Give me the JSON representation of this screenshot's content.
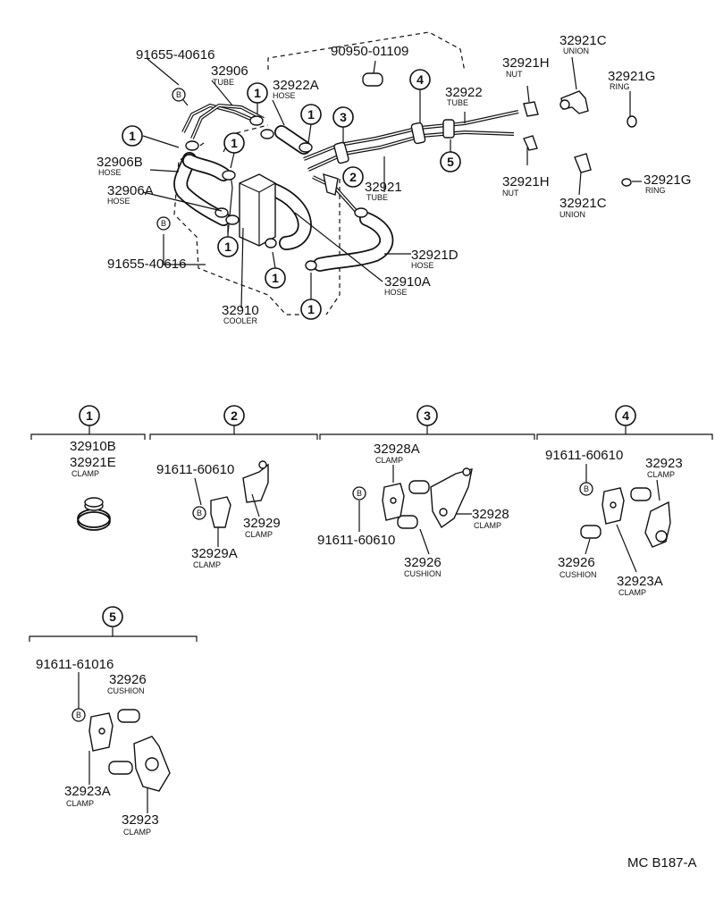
{
  "labels": {
    "p91655_40616_top": "91655-40616",
    "p32906": "32906",
    "p32906_sub": "TUBE",
    "p90950": "90950-01109",
    "p32922A": "32922A",
    "p32922A_sub": "HOSE",
    "p32921C_top": "32921C",
    "p32921C_top_sub": "UNION",
    "p32921H_top": "32921H",
    "p32921H_top_sub": "NUT",
    "p32921G_top": "32921G",
    "p32921G_top_sub": "RING",
    "p32922": "32922",
    "p32922_sub": "TUBE",
    "p32906B": "32906B",
    "p32906B_sub": "HOSE",
    "p32906A": "32906A",
    "p32906A_sub": "HOSE",
    "p32921": "32921",
    "p32921_sub": "TUBE",
    "p32921H_bot": "32921H",
    "p32921H_bot_sub": "NUT",
    "p32921G_bot": "32921G",
    "p32921G_bot_sub": "RING",
    "p32921C_bot": "32921C",
    "p32921C_bot_sub": "UNION",
    "p91655_40616_bot": "91655-40616",
    "p32921D": "32921D",
    "p32921D_sub": "HOSE",
    "p32910A": "32910A",
    "p32910A_sub": "HOSE",
    "p32910": "32910",
    "p32910_sub": "COOLER"
  },
  "refs": {
    "one": "1",
    "two": "2",
    "three": "3",
    "four": "4",
    "five": "5",
    "bolt": "B"
  },
  "detail1": {
    "pn_a": "32910B",
    "pn_b": "32921E",
    "sub": "CLAMP"
  },
  "detail2": {
    "pn_bolt": "91611-60610",
    "pn_clamp": "32929",
    "pn_clamp_sub": "CLAMP",
    "pn_clampA": "32929A",
    "pn_clampA_sub": "CLAMP"
  },
  "detail3": {
    "pn_clampA": "32928A",
    "pn_clampA_sub": "CLAMP",
    "pn_clamp": "32928",
    "pn_clamp_sub": "CLAMP",
    "pn_bolt": "91611-60610",
    "pn_cushion": "32926",
    "pn_cushion_sub": "CUSHION"
  },
  "detail4": {
    "pn_bolt": "91611-60610",
    "pn_clamp": "32923",
    "pn_clamp_sub": "CLAMP",
    "pn_cushion": "32926",
    "pn_cushion_sub": "CUSHION",
    "pn_clampA": "32923A",
    "pn_clampA_sub": "CLAMP"
  },
  "detail5": {
    "pn_bolt": "91611-61016",
    "pn_cushion": "32926",
    "pn_cushion_sub": "CUSHION",
    "pn_clampA": "32923A",
    "pn_clampA_sub": "CLAMP",
    "pn_clamp": "32923",
    "pn_clamp_sub": "CLAMP"
  },
  "footer": {
    "code": "MC B187-A"
  }
}
